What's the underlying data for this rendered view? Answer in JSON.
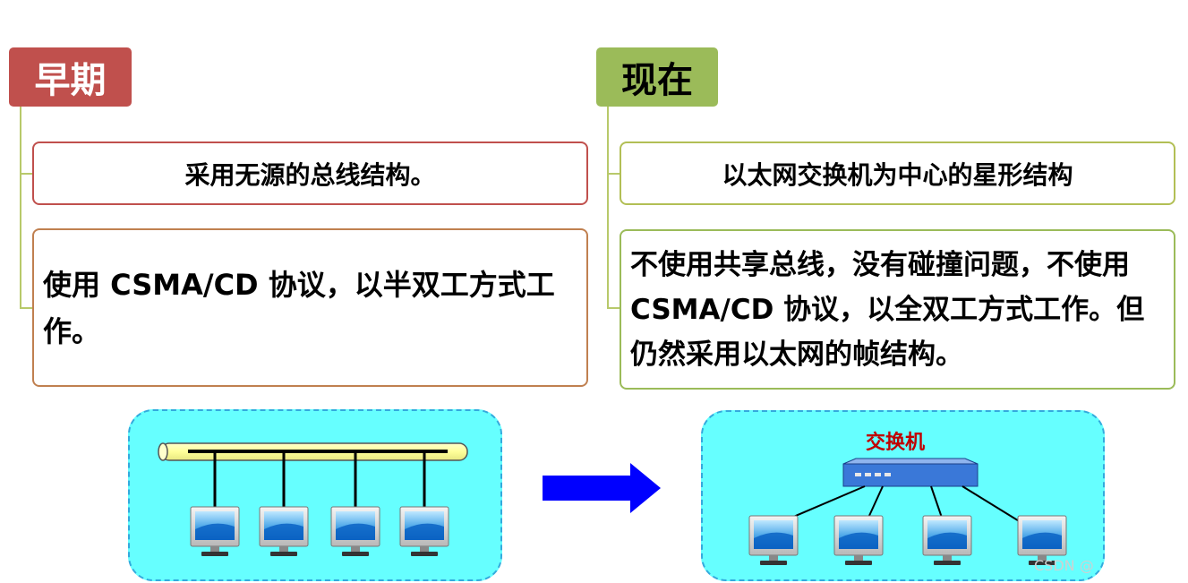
{
  "early": {
    "tag": "早期",
    "line1": "采用无源的总线结构。",
    "line2": "使用 CSMA/CD 协议，以半双工方式工作。"
  },
  "now": {
    "tag": "现在",
    "line1": "以太网交换机为中心的星形结构",
    "line2": "不使用共享总线，没有碰撞问题，不使用 CSMA/CD 协议，以全双工方式工作。但仍然采用以太网的帧结构。"
  },
  "diagram": {
    "switch_label": "交换机",
    "colors": {
      "panel_fill": "#66ffff",
      "panel_border": "#33aadd",
      "arrow": "#0000ff",
      "early_accent": "#c0504d",
      "now_accent": "#9bbb59",
      "switch_fill": "#3a78d8",
      "switch_label": "#c00000"
    }
  },
  "watermark": "CSDN @"
}
